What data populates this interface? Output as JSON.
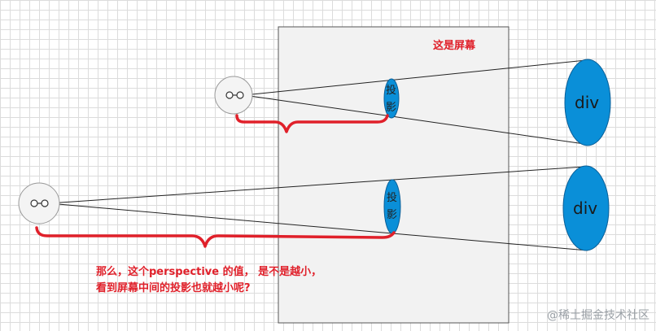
{
  "diagram": {
    "screen_label": "这是屏幕",
    "projection_label_chars": [
      "投",
      "影"
    ],
    "object_label": "div",
    "question_lines": [
      "那么，这个perspective 的值， 是不是越小，",
      "看到屏幕中间的投影也就越小呢?"
    ]
  },
  "watermark": "@稀土掘金技术社区",
  "colors": {
    "accent_red": "#e0202a",
    "ellipse_blue": "#0a8fd8",
    "screen_fill": "#f2f2f2",
    "grid": "#dcdcdc"
  }
}
